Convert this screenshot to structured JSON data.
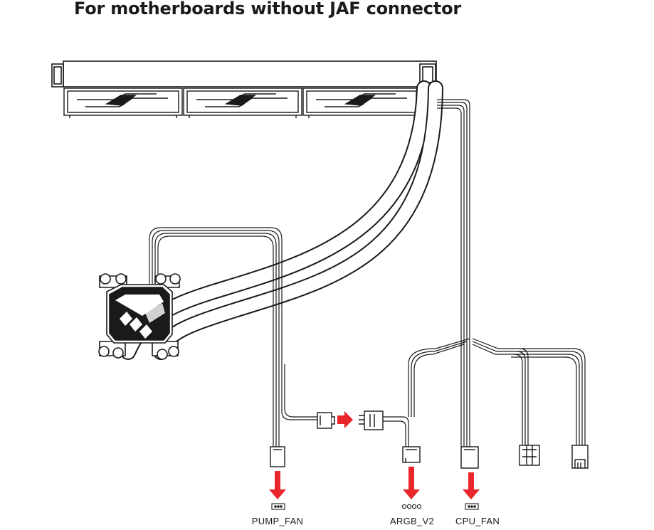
{
  "title": "For motherboards without JAF connector",
  "labels": {
    "pump_fan": "PUMP_FAN",
    "argb_v2": "ARGB_V2",
    "cpu_fan": "CPU_FAN"
  },
  "colors": {
    "arrow": "#e8262c",
    "line": "#1a1a1a",
    "background": "#ffffff"
  },
  "icons": [
    "radiator",
    "fan",
    "pump-block",
    "tube",
    "cable",
    "connector",
    "arrow",
    "header-3pin",
    "header-argb"
  ]
}
